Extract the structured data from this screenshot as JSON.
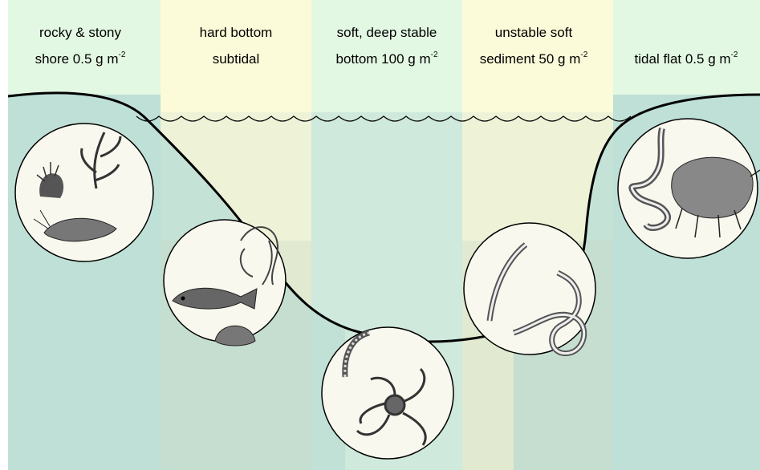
{
  "zones": [
    {
      "id": "rocky",
      "lines": [
        "rocky & stony",
        "shore 0.5 g m"
      ],
      "sup": "-2"
    },
    {
      "id": "hard",
      "lines": [
        "hard bottom",
        "subtidal"
      ],
      "sup": ""
    },
    {
      "id": "soft",
      "lines": [
        "soft, deep stable",
        "bottom 100 g m"
      ],
      "sup": "-2"
    },
    {
      "id": "unstable",
      "lines": [
        "unstable soft",
        "sediment 50 g m"
      ],
      "sup": "-2"
    },
    {
      "id": "tidal",
      "lines": [
        "",
        "tidal flat 0.5 g m"
      ],
      "sup": "-2"
    }
  ],
  "colors": {
    "header_green": "#e3f8e3",
    "header_yellow": "#fbfad9",
    "water_green": "#bfe0d6",
    "water_yellow": "#fbfad9",
    "water_mid": "#d7efe0",
    "seafloor": "#000000",
    "circle_fill": "#fbfad9"
  },
  "organisms": [
    {
      "zone": "rocky",
      "icons": [
        "sea-anemone-icon",
        "seaweed-icon",
        "shrimp-icon"
      ]
    },
    {
      "zone": "hard",
      "icons": [
        "fish-icon",
        "seaweed-icon",
        "shell-icon"
      ]
    },
    {
      "zone": "soft",
      "icons": [
        "worm-tube-icon",
        "brittle-star-icon"
      ]
    },
    {
      "zone": "unstable",
      "icons": [
        "worm-icon",
        "worm-icon"
      ]
    },
    {
      "zone": "tidal",
      "icons": [
        "lugworm-icon",
        "amphipod-icon"
      ]
    }
  ]
}
